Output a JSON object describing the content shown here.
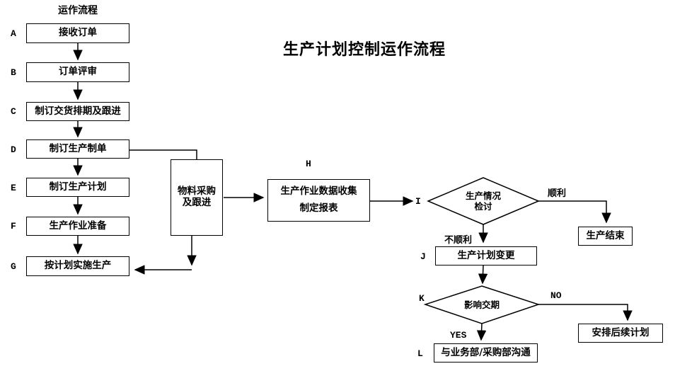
{
  "header": {
    "label": "运作流程"
  },
  "title": {
    "label": "生产计划控制运作流程"
  },
  "nodes": {
    "a": {
      "tag": "A",
      "label": "接收订单"
    },
    "b": {
      "tag": "B",
      "label": "订单评审"
    },
    "c": {
      "tag": "C",
      "label": "制订交货排期及跟进"
    },
    "d": {
      "tag": "D",
      "label": "制订生产制单"
    },
    "e": {
      "tag": "E",
      "label": "制订生产计划"
    },
    "f": {
      "tag": "F",
      "label": "生产作业准备"
    },
    "g": {
      "tag": "G",
      "label": "按计划实施生产"
    },
    "material": {
      "line1": "物料采购",
      "line2": "及跟进"
    },
    "h": {
      "tag": "H",
      "line1": "生产作业数据收集",
      "line2": "制定报表"
    },
    "i": {
      "tag": "I",
      "line1": "生产情况",
      "line2": "检讨"
    },
    "production_end": {
      "label": "生产结束"
    },
    "j": {
      "tag": "J",
      "label": "生产计划变更"
    },
    "k": {
      "tag": "K",
      "label": "影响交期"
    },
    "followup_plan": {
      "label": "安排后续计划"
    },
    "l": {
      "tag": "L",
      "label": "与业务部/采购部沟通"
    }
  },
  "edge_labels": {
    "smooth": "顺利",
    "not_smooth": "不顺利",
    "yes": "YES",
    "no": "NO"
  },
  "colors": {
    "line": "#000000",
    "background": "#ffffff",
    "node_fill": "#ffffff"
  }
}
